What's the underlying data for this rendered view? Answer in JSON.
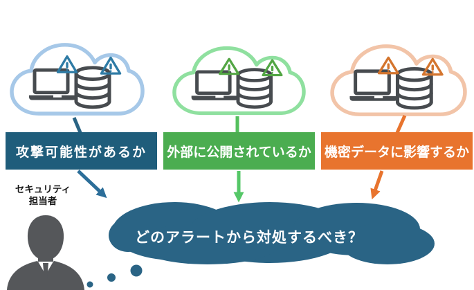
{
  "clouds": [
    {
      "banner_label": "攻撃可能性があるか",
      "banner_color": "#1F5D7B",
      "outline_color": "#A6C8E8",
      "warning_color": "#2E7BA5",
      "arrow_color": "#2C6E99",
      "connector_color": "#2A6484",
      "icons": [
        "laptop-icon",
        "warning-icon",
        "database-icon",
        "warning-icon"
      ]
    },
    {
      "banner_label": "外部に公開されているか",
      "banner_color": "#4BAD50",
      "outline_color": "#8FE09F",
      "warning_color": "#53A644",
      "arrow_color": "#55C767",
      "connector_color": "#55C05E",
      "icons": [
        "laptop-icon",
        "warning-icon",
        "database-icon",
        "warning-icon"
      ]
    },
    {
      "banner_label": "機密データに影響するか",
      "banner_color": "#E8742E",
      "outline_color": "#F2C4A8",
      "warning_color": "#D4752E",
      "arrow_color": "#E8742E",
      "connector_color": "#E8742E",
      "icons": [
        "laptop-icon",
        "warning-icon",
        "database-icon",
        "warning-icon"
      ]
    }
  ],
  "person": {
    "icon": "person-icon",
    "label_line1": "セキュリティ",
    "label_line2": "担当者",
    "color": "#55575A"
  },
  "thought_bubble": {
    "text": "どのアラートから対処するべき？",
    "color": "#2A6485"
  },
  "device_color": "#474B4F"
}
